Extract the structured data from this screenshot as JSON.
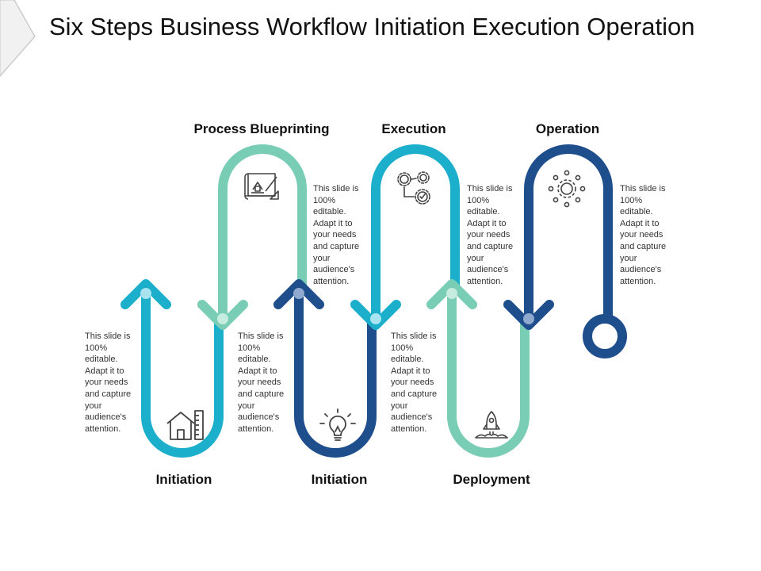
{
  "slide": {
    "title": "Six Steps Business Workflow Initiation Execution Operation"
  },
  "colors": {
    "cyan": "#1bafcc",
    "navy": "#1f4e8c",
    "mint": "#79cdb5"
  },
  "steps": [
    {
      "label": "Initiation",
      "description": "This slide is 100% editable. Adapt it to your needs and capture your audience's attention.",
      "icon": "house-ruler-icon",
      "color": "cyan"
    },
    {
      "label": "Process Blueprinting",
      "description": "This slide is 100% editable. Adapt it to your needs and capture your audience's attention.",
      "icon": "blueprint-icon",
      "color": "mint"
    },
    {
      "label": "Initiation",
      "description": "This slide is 100% editable. Adapt it to your needs and capture your audience's attention.",
      "icon": "lightbulb-icon",
      "color": "navy"
    },
    {
      "label": "Execution",
      "description": "This slide is 100% editable. Adapt it to your needs and capture your audience's attention.",
      "icon": "gears-icon",
      "color": "cyan"
    },
    {
      "label": "Deployment",
      "description": "This slide is 100% editable. Adapt it to your needs and capture your audience's attention.",
      "icon": "rocket-icon",
      "color": "mint"
    },
    {
      "label": "Operation",
      "description": "This slide is 100% editable. Adapt it to your needs and capture your audience's attention.",
      "icon": "gear-cycle-icon",
      "color": "navy"
    }
  ]
}
